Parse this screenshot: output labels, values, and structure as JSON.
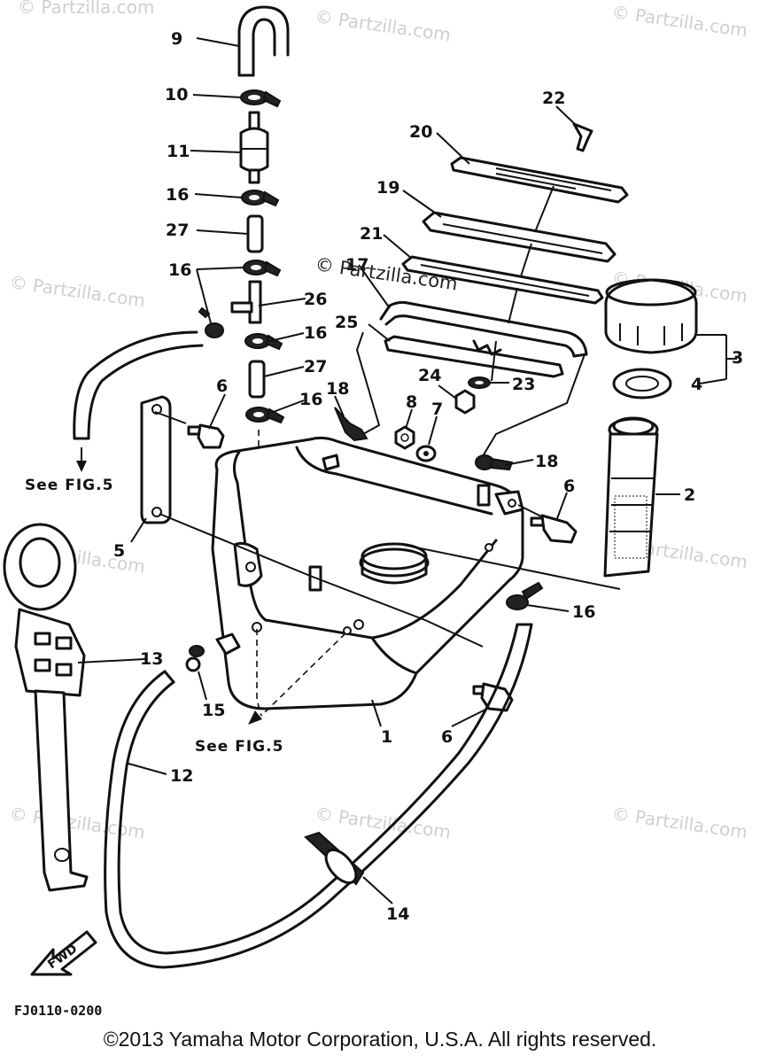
{
  "callouts": {
    "c1": "1",
    "c2": "2",
    "c3": "3",
    "c4": "4",
    "c5": "5",
    "c6a": "6",
    "c6b": "6",
    "c6c": "6",
    "c7": "7",
    "c8": "8",
    "c9": "9",
    "c10": "10",
    "c11": "11",
    "c12": "12",
    "c13": "13",
    "c14": "14",
    "c15": "15",
    "c16a": "16",
    "c16b": "16",
    "c16c": "16",
    "c16d": "16",
    "c16e": "16",
    "c17": "17",
    "c18a": "18",
    "c18b": "18",
    "c19": "19",
    "c20": "20",
    "c21": "21",
    "c22": "22",
    "c23": "23",
    "c24": "24",
    "c25": "25",
    "c26": "26",
    "c27a": "27",
    "c27b": "27"
  },
  "references": {
    "see_fig_top": "See FIG.5",
    "see_fig_bottom": "See FIG.5"
  },
  "fwd_label": "FWD",
  "drawing_code": "FJ0110-0200",
  "watermark_text": "© Partzilla.com",
  "copyright": "©2013 Yamaha Motor Corporation, U.S.A. All rights reserved."
}
